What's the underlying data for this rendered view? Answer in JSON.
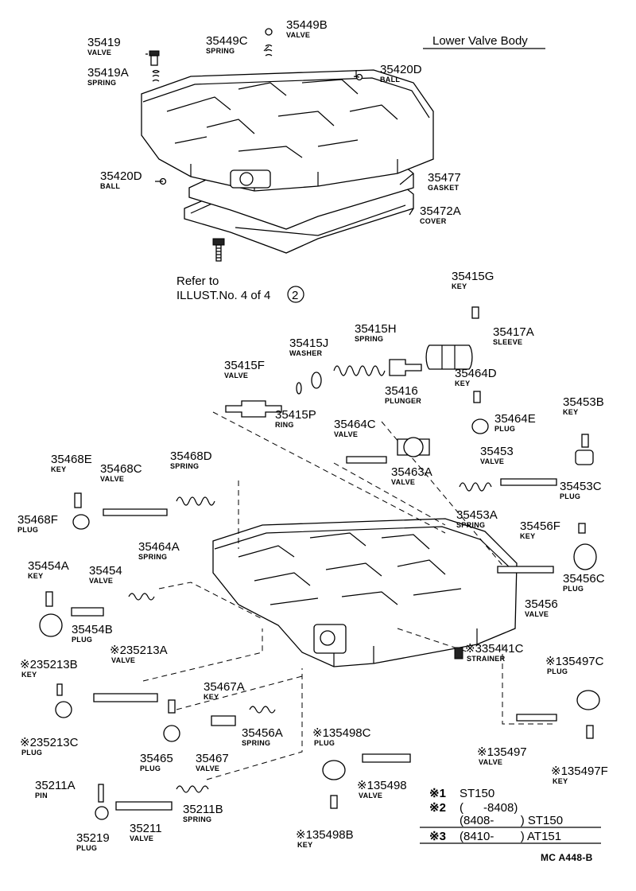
{
  "title": "Lower Valve Body",
  "refer": {
    "line1": "Refer to",
    "line2": "ILLUST.No. 4 of 4",
    "circle": "2"
  },
  "parts": [
    {
      "id": "p35419",
      "num": "35419",
      "label": "VALVE"
    },
    {
      "id": "p35449C",
      "num": "35449C",
      "label": "SPRING"
    },
    {
      "id": "p35449B",
      "num": "35449B",
      "label": "VALVE"
    },
    {
      "id": "p35419A",
      "num": "35419A",
      "label": "SPRING"
    },
    {
      "id": "p35420D1",
      "num": "35420D",
      "label": "BALL"
    },
    {
      "id": "p35420D2",
      "num": "35420D",
      "label": "BALL"
    },
    {
      "id": "p35477",
      "num": "35477",
      "label": "GASKET"
    },
    {
      "id": "p35472A",
      "num": "35472A",
      "label": "COVER"
    },
    {
      "id": "p35415G",
      "num": "35415G",
      "label": "KEY"
    },
    {
      "id": "p35415H",
      "num": "35415H",
      "label": "SPRING"
    },
    {
      "id": "p35417A",
      "num": "35417A",
      "label": "SLEEVE"
    },
    {
      "id": "p35415J",
      "num": "35415J",
      "label": "WASHER"
    },
    {
      "id": "p35415F",
      "num": "35415F",
      "label": "VALVE"
    },
    {
      "id": "p35416",
      "num": "35416",
      "label": "PLUNGER"
    },
    {
      "id": "p35464D",
      "num": "35464D",
      "label": "KEY"
    },
    {
      "id": "p35415P",
      "num": "35415P",
      "label": "RING"
    },
    {
      "id": "p35464E",
      "num": "35464E",
      "label": "PLUG"
    },
    {
      "id": "p35453B",
      "num": "35453B",
      "label": "KEY"
    },
    {
      "id": "p35464C",
      "num": "35464C",
      "label": "VALVE"
    },
    {
      "id": "p35463A",
      "num": "35463A",
      "label": "VALVE"
    },
    {
      "id": "p35453",
      "num": "35453",
      "label": "VALVE"
    },
    {
      "id": "p35453C",
      "num": "35453C",
      "label": "PLUG"
    },
    {
      "id": "p35453A",
      "num": "35453A",
      "label": "SPRING"
    },
    {
      "id": "p35468E",
      "num": "35468E",
      "label": "KEY"
    },
    {
      "id": "p35468C",
      "num": "35468C",
      "label": "VALVE"
    },
    {
      "id": "p35468D",
      "num": "35468D",
      "label": "SPRING"
    },
    {
      "id": "p35468F",
      "num": "35468F",
      "label": "PLUG"
    },
    {
      "id": "p35456F",
      "num": "35456F",
      "label": "KEY"
    },
    {
      "id": "p35456C",
      "num": "35456C",
      "label": "PLUG"
    },
    {
      "id": "p35464A",
      "num": "35464A",
      "label": "SPRING"
    },
    {
      "id": "p35454A",
      "num": "35454A",
      "label": "KEY"
    },
    {
      "id": "p35454",
      "num": "35454",
      "label": "VALVE"
    },
    {
      "id": "p35456",
      "num": "35456",
      "label": "VALVE"
    },
    {
      "id": "p35454B",
      "num": "35454B",
      "label": "PLUG"
    },
    {
      "id": "p35213A",
      "num": "35213A",
      "label": "VALVE",
      "mark": "※2"
    },
    {
      "id": "p35441C",
      "num": "35441C",
      "label": "STRAINER",
      "mark": "※3"
    },
    {
      "id": "p35213B",
      "num": "35213B",
      "label": "KEY",
      "mark": "※2"
    },
    {
      "id": "p35497C",
      "num": "35497C",
      "label": "PLUG",
      "mark": "※1"
    },
    {
      "id": "p35467A",
      "num": "35467A",
      "label": "KEY"
    },
    {
      "id": "p35213C",
      "num": "35213C",
      "label": "PLUG",
      "mark": "※2"
    },
    {
      "id": "p35456A",
      "num": "35456A",
      "label": "SPRING"
    },
    {
      "id": "p35498C",
      "num": "35498C",
      "label": "PLUG",
      "mark": "※1"
    },
    {
      "id": "p35465",
      "num": "35465",
      "label": "PLUG"
    },
    {
      "id": "p35467",
      "num": "35467",
      "label": "VALVE"
    },
    {
      "id": "p35497",
      "num": "35497",
      "label": "VALVE",
      "mark": "※1"
    },
    {
      "id": "p35497F",
      "num": "35497F",
      "label": "KEY",
      "mark": "※1"
    },
    {
      "id": "p35211A",
      "num": "35211A",
      "label": "PIN"
    },
    {
      "id": "p35498",
      "num": "35498",
      "label": "VALVE",
      "mark": "※1"
    },
    {
      "id": "p35211B",
      "num": "35211B",
      "label": "SPRING"
    },
    {
      "id": "p35219",
      "num": "35219",
      "label": "PLUG"
    },
    {
      "id": "p35211",
      "num": "35211",
      "label": "VALVE"
    },
    {
      "id": "p35498B",
      "num": "35498B",
      "label": "KEY",
      "mark": "※1"
    }
  ],
  "legend": [
    {
      "mark": "※1",
      "text": "ST150"
    },
    {
      "mark": "※2",
      "text": "(      -8408)"
    },
    {
      "mark": "",
      "text": "(8408-        ) ST150"
    },
    {
      "mark": "※3",
      "text": "(8410-        ) AT151"
    }
  ],
  "code": "MC A448-B"
}
